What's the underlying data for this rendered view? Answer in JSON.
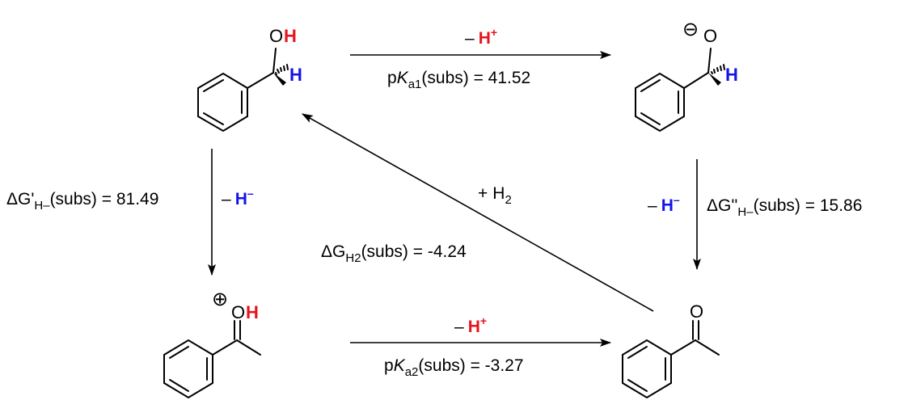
{
  "atoms": {
    "O": "O",
    "H": "H",
    "minus_circle": "⊖",
    "plus_circle": "⊕"
  },
  "top_arrow": {
    "sign": "–",
    "species": "H",
    "charge": "+",
    "label_pre": "p",
    "label_K": "K",
    "label_sub": "a1",
    "label_post": "(subs) = 41.52"
  },
  "bottom_arrow": {
    "sign": "–",
    "species": "H",
    "charge": "+",
    "label_pre": "p",
    "label_K": "K",
    "label_sub": "a2",
    "label_post": "(subs) = -3.27"
  },
  "left_arrow": {
    "sign": "–",
    "species": "H",
    "charge": "–",
    "label_pre": "ΔG'",
    "label_sub": "H–",
    "label_post": "(subs) = 81.49"
  },
  "right_arrow": {
    "sign": "–",
    "species": "H",
    "charge": "–",
    "label_pre": "ΔG''",
    "label_sub": "H–",
    "label_post": "(subs) = 15.86"
  },
  "diagonal_arrow": {
    "reagent_sign": "+",
    "reagent": "H",
    "reagent_sub": "2",
    "label_pre": "ΔG",
    "label_sub": "H2",
    "label_post": "(subs) = -4.24"
  }
}
